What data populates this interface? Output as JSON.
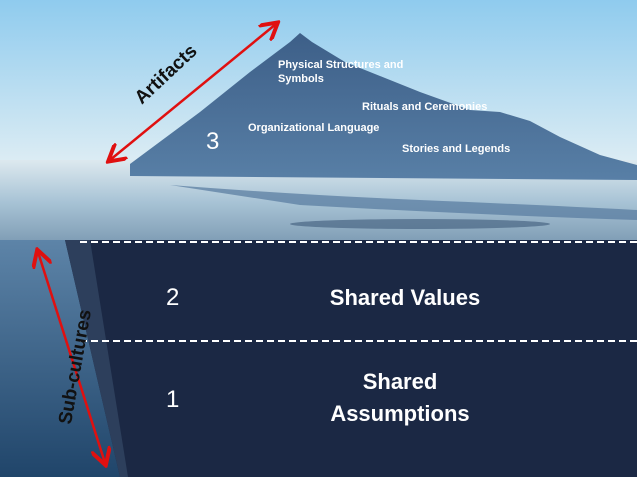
{
  "artifacts": {
    "label": "Artifacts",
    "level": "3",
    "items": [
      "Physical Structures and Symbols",
      "Rituals and Ceremonies",
      "Organizational Language",
      "Stories and Legends"
    ]
  },
  "values": {
    "level": "2",
    "label": "Shared Values"
  },
  "assumptions": {
    "level": "1",
    "label_line1": "Shared",
    "label_line2": "Assumptions"
  },
  "subcultures": {
    "label": "Sub-cultures"
  },
  "colors": {
    "arrow": "#e01010",
    "underwater": "#1b2844",
    "sky_top": "#8fcbee",
    "sky_bottom": "#e8f2f6"
  }
}
